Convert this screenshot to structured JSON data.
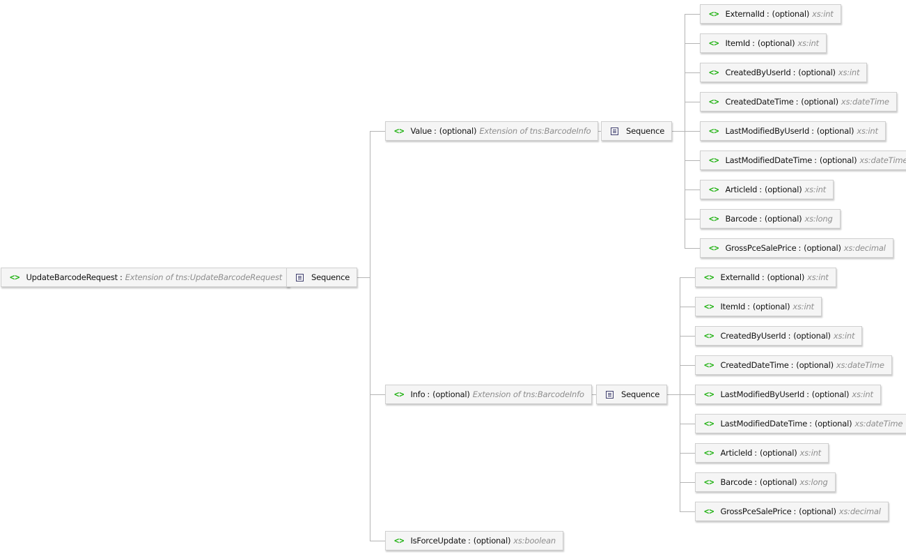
{
  "colors": {
    "tag": "#22b214",
    "type": "#8d8d8d",
    "wire": "#b4b4b4",
    "node_bg": "#f5f5f5",
    "node_border": "#cfcfcf"
  },
  "icons": {
    "element": "angle-brackets-icon",
    "sequence": "sequence-icon"
  },
  "root": {
    "name": "UpdateBarcodeRequest",
    "optional": "",
    "type": "Extension of tns:UpdateBarcodeRequest"
  },
  "root_sequence": {
    "label": "Sequence"
  },
  "value": {
    "name": "Value",
    "optional": "(optional)",
    "type": "Extension of tns:BarcodeInfo"
  },
  "value_sequence": {
    "label": "Sequence"
  },
  "value_children": [
    {
      "name": "ExternalId",
      "optional": "(optional)",
      "type": "xs:int"
    },
    {
      "name": "ItemId",
      "optional": "(optional)",
      "type": "xs:int"
    },
    {
      "name": "CreatedByUserId",
      "optional": "(optional)",
      "type": "xs:int"
    },
    {
      "name": "CreatedDateTime",
      "optional": "(optional)",
      "type": "xs:dateTime"
    },
    {
      "name": "LastModifiedByUserId",
      "optional": "(optional)",
      "type": "xs:int"
    },
    {
      "name": "LastModifiedDateTime",
      "optional": "(optional)",
      "type": "xs:dateTime"
    },
    {
      "name": "ArticleId",
      "optional": "(optional)",
      "type": "xs:int"
    },
    {
      "name": "Barcode",
      "optional": "(optional)",
      "type": "xs:long"
    },
    {
      "name": "GrossPceSalePrice",
      "optional": "(optional)",
      "type": "xs:decimal"
    }
  ],
  "info": {
    "name": "Info",
    "optional": "(optional)",
    "type": "Extension of tns:BarcodeInfo"
  },
  "info_sequence": {
    "label": "Sequence"
  },
  "info_children": [
    {
      "name": "ExternalId",
      "optional": "(optional)",
      "type": "xs:int"
    },
    {
      "name": "ItemId",
      "optional": "(optional)",
      "type": "xs:int"
    },
    {
      "name": "CreatedByUserId",
      "optional": "(optional)",
      "type": "xs:int"
    },
    {
      "name": "CreatedDateTime",
      "optional": "(optional)",
      "type": "xs:dateTime"
    },
    {
      "name": "LastModifiedByUserId",
      "optional": "(optional)",
      "type": "xs:int"
    },
    {
      "name": "LastModifiedDateTime",
      "optional": "(optional)",
      "type": "xs:dateTime"
    },
    {
      "name": "ArticleId",
      "optional": "(optional)",
      "type": "xs:int"
    },
    {
      "name": "Barcode",
      "optional": "(optional)",
      "type": "xs:long"
    },
    {
      "name": "GrossPceSalePrice",
      "optional": "(optional)",
      "type": "xs:decimal"
    }
  ],
  "isforce": {
    "name": "IsForceUpdate",
    "optional": "(optional)",
    "type": "xs:boolean"
  }
}
